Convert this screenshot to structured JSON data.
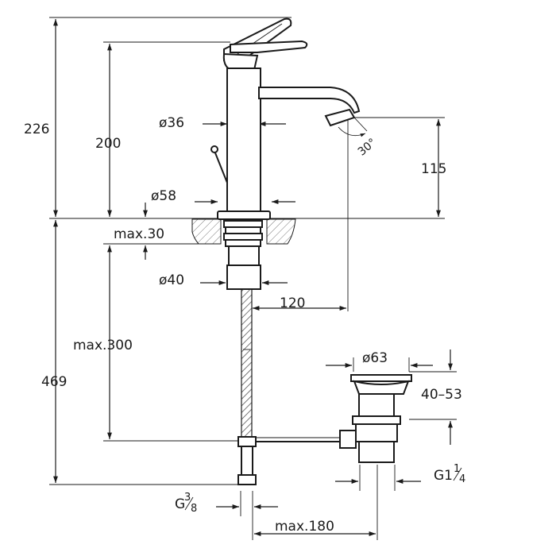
{
  "dimensions": {
    "total_height": "226",
    "spout_height": "200",
    "spout_outlet_height": "115",
    "spout_angle": "30°",
    "body_diameter": "ø36",
    "base_diameter": "ø58",
    "counter_thickness": "max.30",
    "shank_diameter": "ø40",
    "spout_reach": "120",
    "hose_length": "max.300",
    "below_counter": "469",
    "waste_diameter": "ø63",
    "waste_range": "40–53",
    "waste_thread_main": "G1",
    "waste_thread_num": "1",
    "waste_thread_den": "4",
    "inlet_thread_main": "G",
    "inlet_thread_num": "3",
    "inlet_thread_den": "8",
    "rod_length": "max.180"
  }
}
